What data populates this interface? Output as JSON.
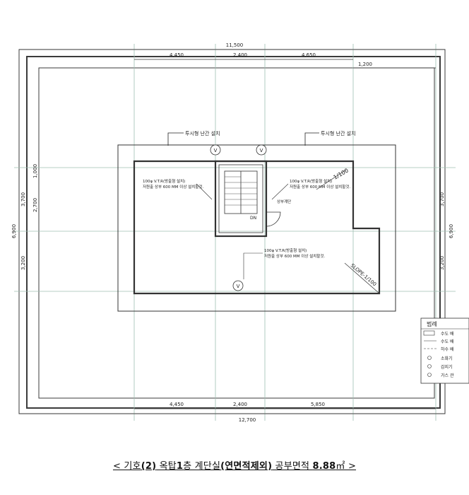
{
  "dimensions": {
    "top_total": "11,500",
    "top_segments": [
      "4,450",
      "2,400",
      "4,650"
    ],
    "top_right": "1,200",
    "bottom_segments": [
      "4,450",
      "2,400",
      "5,850"
    ],
    "bottom_total": "12,700",
    "left_total": "6,900",
    "left_segments": [
      "3,700",
      "3,200"
    ],
    "left_inner": [
      "1,000",
      "2,700"
    ],
    "right_total": "6,900",
    "right_segments": [
      "3,700",
      "3,200"
    ]
  },
  "annotations": {
    "railing_left": "투시형 난간 설치",
    "railing_right": "투시형 난간 설치",
    "drain_left_line1": "100φ V.T.R(방출형 설치)",
    "drain_left_line2": "저원출 상부 600 MM 이상 설치할것.",
    "drain_right_line1": "100φ V.T.R(방출형 설치)",
    "drain_right_line2": "저원출 상부 600 MM 이상 설치할것.",
    "drain_center_line1": "100φ V.T.R(방출형 설치)",
    "drain_center_line2": "저원출 상부 600 MM 이상 설치할것.",
    "slope_upper": "1/100",
    "slope_lower": "SLOPE-1/100",
    "stair_dn": "DN",
    "door_label": "상부계단"
  },
  "legend": {
    "title": "범례",
    "items": [
      "수도 배",
      "수도 배",
      "하수 배",
      "소화기",
      "감지기",
      "가스 관"
    ]
  },
  "caption": {
    "prefix": "< 기호",
    "num": "(2)",
    "mid1": " 옥탑",
    "floor": "1",
    "mid2": "층 계단실",
    "paren": "(연면적제외)",
    "mid3": " 공부면적 ",
    "area": "8.88",
    "unit": "㎡ >"
  }
}
